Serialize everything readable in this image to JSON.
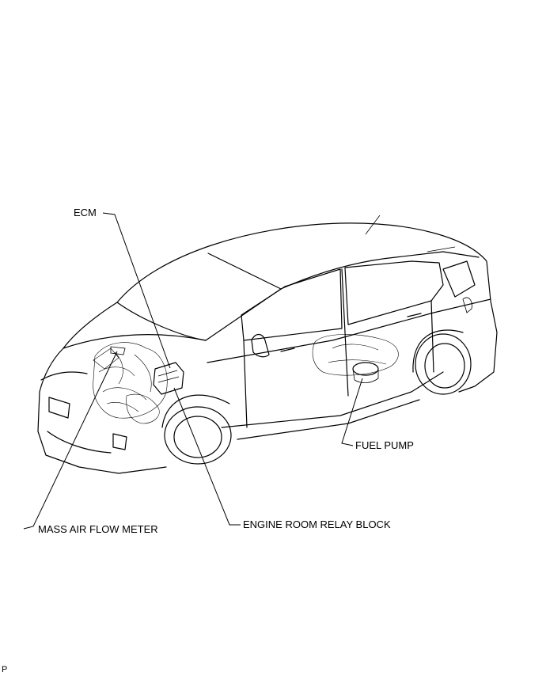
{
  "labels": {
    "ecm": "ECM",
    "mass_air_flow_meter": "MASS AIR FLOW METER",
    "engine_room_relay_block": "ENGINE ROOM RELAY BLOCK",
    "fuel_pump": "FUEL PUMP"
  },
  "footer": {
    "code": "P"
  }
}
